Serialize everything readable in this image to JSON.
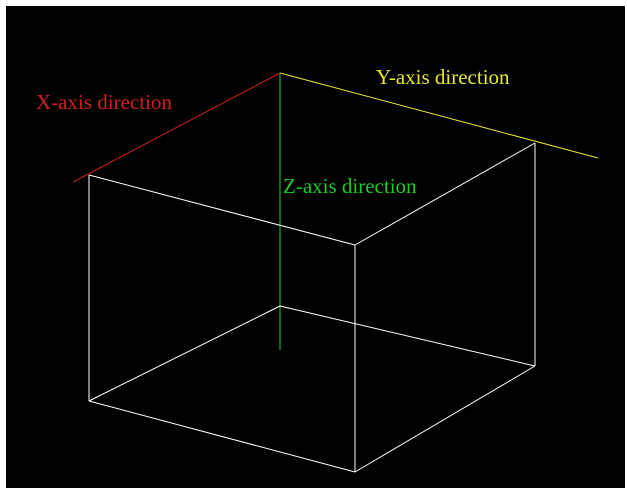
{
  "diagram": {
    "axes": {
      "x": {
        "label": "X-axis direction",
        "color": "#d11f1f"
      },
      "y": {
        "label": "Y-axis direction",
        "color": "#e8e832"
      },
      "z": {
        "label": "Z-axis direction",
        "color": "#1fc92b"
      }
    },
    "cube": {
      "color": "#ffffff"
    },
    "background": "#000000"
  }
}
